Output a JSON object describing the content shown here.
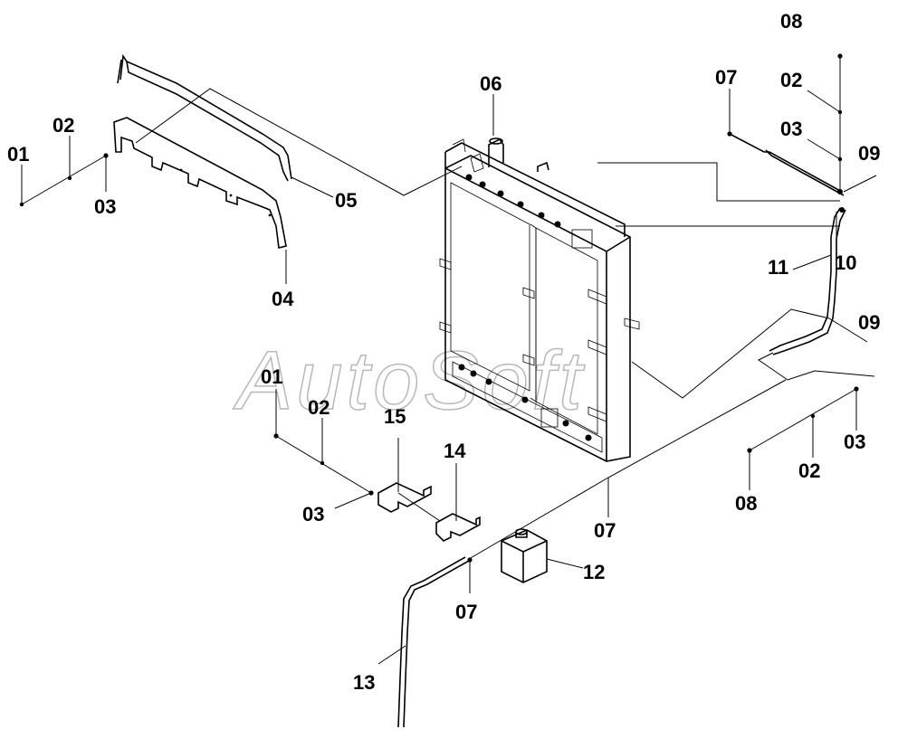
{
  "watermark": "AutoSoft",
  "colors": {
    "line": "#000000",
    "background": "#ffffff",
    "watermark": "#b8b8b8"
  },
  "callouts": [
    {
      "id": "c01a",
      "text": "01"
    },
    {
      "id": "c02a",
      "text": "02"
    },
    {
      "id": "c03a",
      "text": "03"
    },
    {
      "id": "c04",
      "text": "04"
    },
    {
      "id": "c05",
      "text": "05"
    },
    {
      "id": "c06",
      "text": "06"
    },
    {
      "id": "c07a",
      "text": "07"
    },
    {
      "id": "c08a",
      "text": "08"
    },
    {
      "id": "c02b",
      "text": "02"
    },
    {
      "id": "c03b",
      "text": "03"
    },
    {
      "id": "c09a",
      "text": "09"
    },
    {
      "id": "c11",
      "text": "11"
    },
    {
      "id": "c10",
      "text": "10"
    },
    {
      "id": "c09b",
      "text": "09"
    },
    {
      "id": "c01b",
      "text": "01"
    },
    {
      "id": "c02c",
      "text": "02"
    },
    {
      "id": "c15",
      "text": "15"
    },
    {
      "id": "c14",
      "text": "14"
    },
    {
      "id": "c03c",
      "text": "03"
    },
    {
      "id": "c07b",
      "text": "07"
    },
    {
      "id": "c12",
      "text": "12"
    },
    {
      "id": "c07c",
      "text": "07"
    },
    {
      "id": "c13",
      "text": "13"
    },
    {
      "id": "c03d",
      "text": "03"
    },
    {
      "id": "c02d",
      "text": "02"
    },
    {
      "id": "c08b",
      "text": "08"
    }
  ]
}
